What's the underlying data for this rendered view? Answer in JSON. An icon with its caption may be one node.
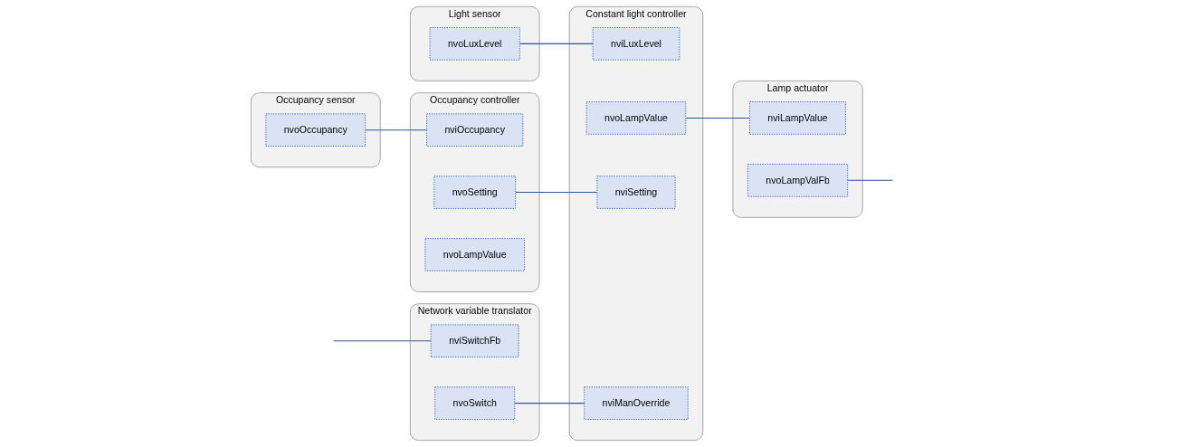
{
  "diagram": {
    "nodes": [
      {
        "text": [
          "Light sensor"
        ]
      },
      {
        "text": [
          "nvoLuxLevel"
        ],
        "in": 0
      },
      {
        "text": [
          "Occupancy sensor"
        ]
      },
      {
        "text": [
          "nvoOccupancy"
        ],
        "in": 2
      },
      {
        "text": [
          "Occupancy controller"
        ]
      },
      {
        "text": [
          "nviOccupancy"
        ],
        "in": 4
      },
      {
        "text": [
          "nvoSetting"
        ],
        "in": 4
      },
      {
        "text": [
          "nvoLampValue"
        ],
        "in": 4
      },
      {
        "text": [
          "Constant light controller"
        ]
      },
      {
        "text": [
          "nviLuxLevel"
        ],
        "in": 8
      },
      {
        "text": [
          "nvoLampValue"
        ],
        "in": 8
      },
      {
        "text": [
          "nviSetting"
        ],
        "in": 8
      },
      {
        "text": [
          "nviManOverride"
        ],
        "in": 8
      },
      {
        "text": [
          "Lamp actuator"
        ]
      },
      {
        "text": [
          "nviLampValue"
        ],
        "in": 13
      },
      {
        "text": [
          "nvoLampValFb"
        ],
        "in": 13
      },
      {
        "text": [
          "Network variable translator"
        ]
      },
      {
        "text": [
          "nviSwitchFb"
        ],
        "in": 16
      },
      {
        "text": [
          "nvoSwitch"
        ],
        "in": 16
      }
    ],
    "edges": [
      {
        "from": 1,
        "to": 9,
        "arrow": "none"
      },
      {
        "from": 3,
        "to": 5,
        "arrow": "none"
      },
      {
        "from": 6,
        "to": 11,
        "arrow": "none"
      },
      {
        "from": 18,
        "to": 12,
        "arrow": "none"
      },
      {
        "from": 10,
        "to": 14,
        "arrow": "none"
      },
      {
        "from": 15,
        "to": null,
        "arrow": "none"
      },
      {
        "from": null,
        "to": 17,
        "arrow": "none"
      }
    ]
  }
}
